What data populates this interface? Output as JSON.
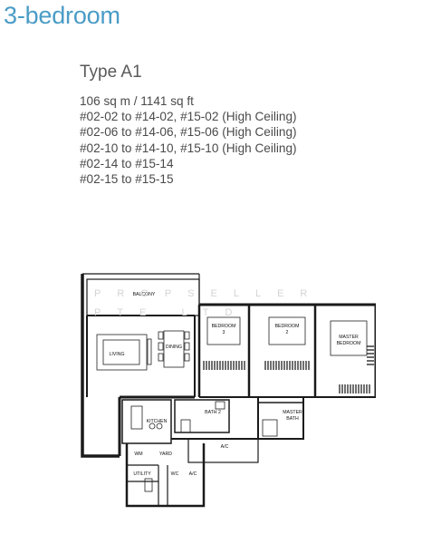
{
  "heading": "3-bedroom",
  "unit_type": "Type A1",
  "unit_lines": [
    "106 sq m / 1141 sq ft",
    "#02-02 to #14-02, #15-02 (High Ceiling)",
    "#02-06 to #14-06, #15-06 (High Ceiling)",
    "#02-10 to #14-10, #15-10 (High Ceiling)",
    "#02-14 to #15-14",
    "#02-15 to #15-15"
  ],
  "watermark": [
    "PROPSELLER",
    "PTE LTD"
  ],
  "rooms": {
    "balcony": "BALCONY",
    "living": "LIVING",
    "dining": "DINING",
    "bedroom3": [
      "BEDROOM",
      "3"
    ],
    "bedroom2": [
      "BEDROOM",
      "2"
    ],
    "master_bedroom": [
      "MASTER",
      "BEDROOM"
    ],
    "kitchen": "KITCHEN",
    "bath2": "BATH 2",
    "master_bath": [
      "MASTER",
      "BATH"
    ],
    "ac_main": "A/C",
    "ac_yard": "A/C",
    "wm": "WM",
    "yard": "YARD",
    "utility": "UTILITY",
    "wc": "WC"
  },
  "colors": {
    "heading": "#4a9cc6",
    "text": "#4a4a4a",
    "wall": "#1a1a1a",
    "watermark": "#d4d4d4"
  }
}
